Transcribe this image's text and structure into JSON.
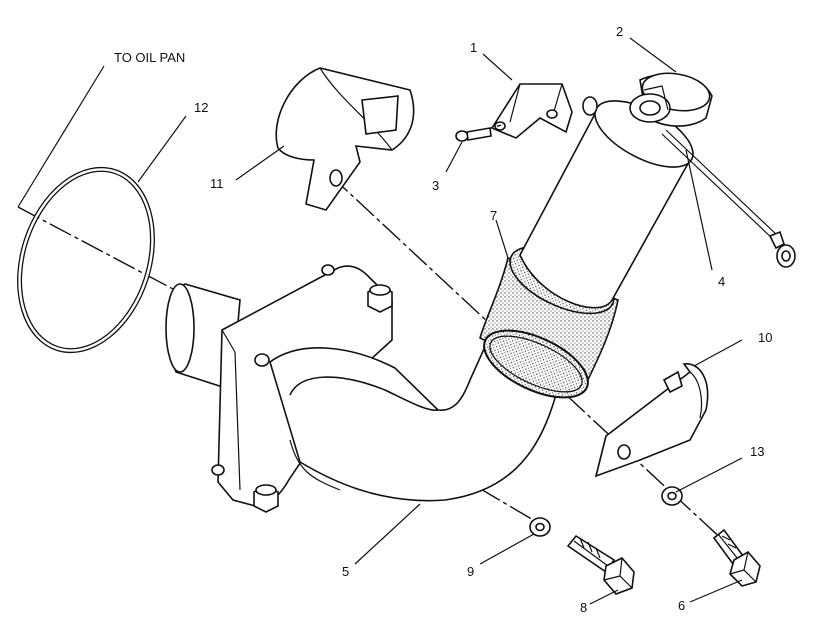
{
  "diagram": {
    "note": "TO OIL PAN",
    "callouts": {
      "c1": "1",
      "c2": "2",
      "c3": "3",
      "c4": "4",
      "c5": "5",
      "c6": "6",
      "c7": "7",
      "c8": "8",
      "c9": "9",
      "c10": "10",
      "c11": "11",
      "c12": "12",
      "c13": "13"
    }
  }
}
